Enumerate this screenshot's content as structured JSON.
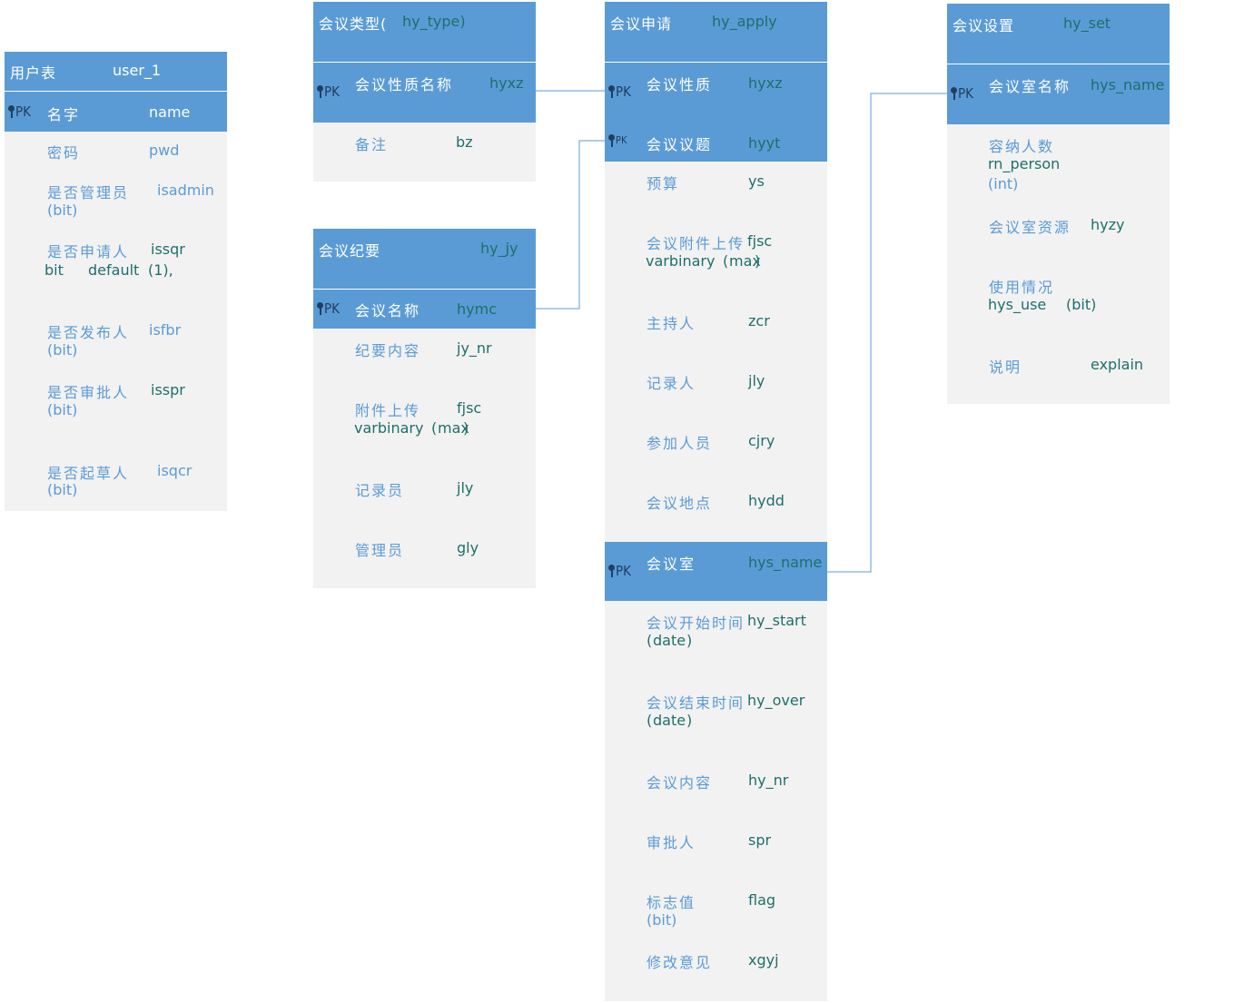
{
  "pk_label": "PK",
  "tables": {
    "user": {
      "title_cn": "用户表",
      "title_en": "user_1",
      "pk": {
        "cn": "名字",
        "en": "name"
      },
      "fields": [
        {
          "cn": "密码",
          "en": "pwd"
        },
        {
          "cn": "是否管理员",
          "en": "isadmin",
          "type": "(bit)"
        },
        {
          "cn": "是否申请人",
          "en": "issqr",
          "type_a": "bit",
          "type_b": "default",
          "type_c": "(1),"
        },
        {
          "cn": "是否发布人",
          "en": "isfbr",
          "type": "(bit)"
        },
        {
          "cn": "是否审批人",
          "en": "isspr",
          "type": "(bit)"
        },
        {
          "cn": "是否起草人",
          "en": "isqcr",
          "type": "(bit)"
        }
      ]
    },
    "hy_type": {
      "title_cn": "会议类型(",
      "title_en": "hy_type)",
      "pk": {
        "cn": "会议性质名称",
        "en": "hyxz"
      },
      "fields": [
        {
          "cn": "备注",
          "en": "bz"
        }
      ]
    },
    "hy_jy": {
      "title_cn": "会议纪要",
      "title_en": "hy_jy",
      "pk": {
        "cn": "会议名称",
        "en": "hymc"
      },
      "fields": [
        {
          "cn": "纪要内容",
          "en": "jy_nr"
        },
        {
          "cn": "附件上传",
          "en": "fjsc",
          "type_a": "varbinary",
          "type_b": "(",
          "type_c": "max",
          "type_d": ")"
        },
        {
          "cn": "记录员",
          "en": "jly"
        },
        {
          "cn": "管理员",
          "en": "gly"
        }
      ]
    },
    "hy_apply": {
      "title_cn": "会议申请",
      "title_en": "hy_apply",
      "pk1": {
        "cn": "会议性质",
        "en": "hyxz"
      },
      "pk2": {
        "cn": "会议议题",
        "en": "hyyt"
      },
      "fields_a": [
        {
          "cn": "预算",
          "en": "ys"
        },
        {
          "cn": "会议附件上传",
          "en": "fjsc",
          "type_a": "varbinary",
          "type_b": "(",
          "type_c": "max",
          "type_d": ")"
        },
        {
          "cn": "主持人",
          "en": "zcr"
        },
        {
          "cn": "记录人",
          "en": "jly"
        },
        {
          "cn": "参加人员",
          "en": "cjry"
        },
        {
          "cn": "会议地点",
          "en": "hydd"
        }
      ],
      "pk3": {
        "cn": "会议室",
        "en": "hys_name"
      },
      "fields_b": [
        {
          "cn": "会议开始时间",
          "en": "hy_start",
          "type_a": "(",
          "type_b": "date",
          "type_c": ")"
        },
        {
          "cn": "会议结束时间",
          "en": "hy_over",
          "type_a": "(",
          "type_b": "date",
          "type_c": ")"
        },
        {
          "cn": "会议内容",
          "en": "hy_nr"
        },
        {
          "cn": "审批人",
          "en": "spr"
        },
        {
          "cn": "标志值",
          "en": "flag",
          "type": "(bit)"
        },
        {
          "cn": "修改意见",
          "en": "xgyj"
        }
      ]
    },
    "hy_set": {
      "title_cn": "会议设置",
      "title_en": "hy_set",
      "pk": {
        "cn": "会议室名称",
        "en": "hys_name"
      },
      "fields": [
        {
          "cn": "容纳人数",
          "en": "rn_person",
          "type": "(int)"
        },
        {
          "cn": "会议室资源",
          "en": "hyzy"
        },
        {
          "cn": "使用情况",
          "en": "hys_use",
          "type": "(bit)"
        },
        {
          "cn": "说明",
          "en": "explain"
        }
      ]
    }
  },
  "colors": {
    "header_fill": "#5b9bd5",
    "body_fill": "#f2f2f2",
    "teal_text": "#1e6f6a",
    "field_cn": "#5b9bd5",
    "navy": "#1c2f8f",
    "magenta": "#e020c8",
    "connector": "#5b9bd5"
  }
}
